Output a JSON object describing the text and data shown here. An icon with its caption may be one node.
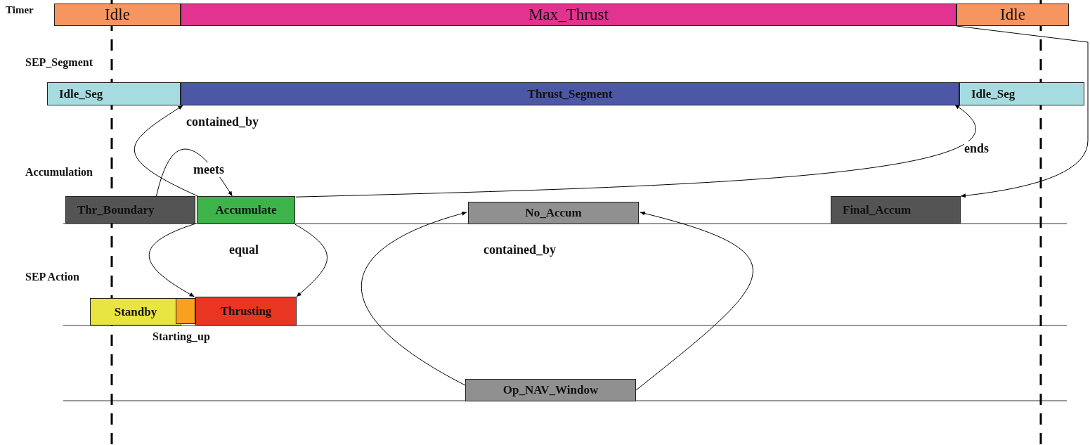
{
  "diagram": {
    "nodes": [
      {
        "text": [
          "Idle"
        ]
      },
      {
        "text": [
          "Max_Thrust"
        ]
      },
      {
        "text": [
          "Idle"
        ]
      },
      {
        "text": [
          "Idle_Seg"
        ]
      },
      {
        "text": [
          "Thrust_Segment"
        ]
      },
      {
        "text": [
          "Idle_Seg"
        ]
      },
      {
        "text": [
          "Thr_Boundary"
        ]
      },
      {
        "text": [
          "Accumulate"
        ]
      },
      {
        "text": [
          "No_Accum"
        ]
      },
      {
        "text": [
          "Final_Accum"
        ]
      },
      {
        "text": [
          "Standby"
        ]
      },
      {
        "text": [
          "Starting_up"
        ]
      },
      {
        "text": [
          "Thrusting"
        ]
      },
      {
        "text": [
          "Op_NAV_Window"
        ]
      }
    ],
    "edges": [
      {
        "from": 6,
        "to": 7,
        "arrow": "to",
        "label": "meets"
      },
      {
        "from": 7,
        "to": 4,
        "arrow": "to",
        "label": "contained_by"
      },
      {
        "from": 7,
        "to": 12,
        "arrow": "to",
        "label": "equal"
      },
      {
        "from": 7,
        "to": 12,
        "arrow": "to"
      },
      {
        "from": 7,
        "to": 4,
        "arrow": "to",
        "label": "ends"
      },
      {
        "from": 1,
        "to": 9,
        "arrow": "to"
      },
      {
        "from": 13,
        "to": 8,
        "arrow": "to",
        "label": "contained_by"
      },
      {
        "from": 13,
        "to": 8,
        "arrow": "to"
      }
    ],
    "labels": [
      "Timer",
      "SEP_Segment",
      "Accumulation",
      "SEP Action"
    ]
  }
}
